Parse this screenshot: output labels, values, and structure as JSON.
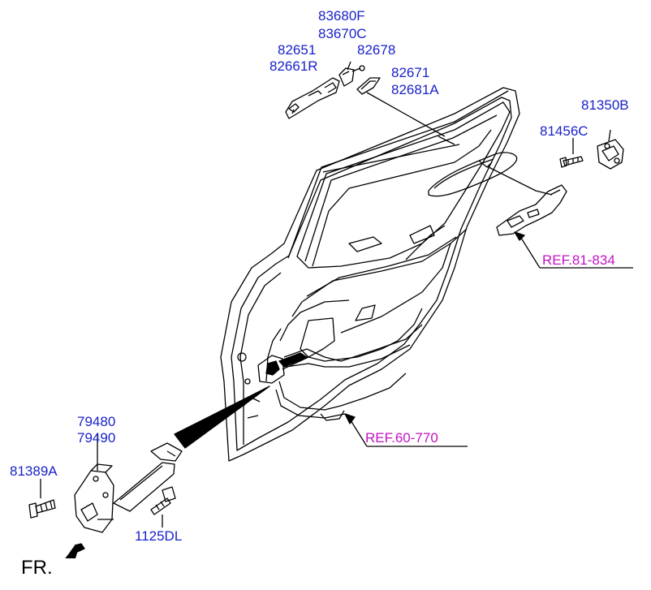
{
  "diagram": {
    "colors": {
      "part_label": "#1a22c9",
      "ref_label": "#c214c2",
      "line": "#000000"
    },
    "parts": {
      "p83680F": "83680F",
      "p83670C": "83670C",
      "p82651": "82651",
      "p82661R": "82661R",
      "p82678": "82678",
      "p82671": "82671",
      "p82681A": "82681A",
      "p81350B": "81350B",
      "p81456C": "81456C",
      "p79480": "79480",
      "p79490": "79490",
      "p81389A": "81389A",
      "p1125DL": "1125DL"
    },
    "refs": {
      "ref_81_834": "REF.81-834",
      "ref_60_770": "REF.60-770"
    },
    "direction": "FR."
  }
}
